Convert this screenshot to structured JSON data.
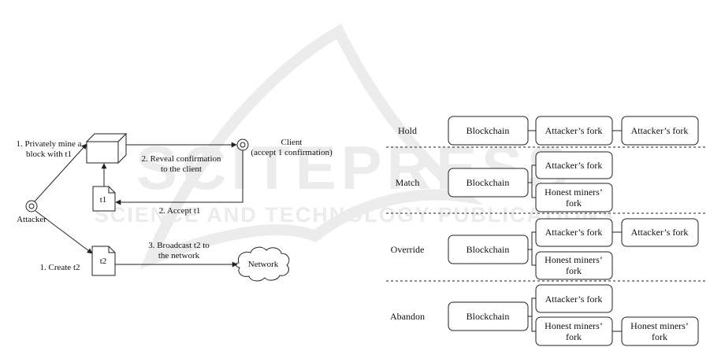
{
  "left_diagram": {
    "attacker_label": "Attacker",
    "step1_line1": "1. Privately mine a",
    "step1_line2": "block with t1",
    "step2_line1": "2. Reveal confirmation",
    "step2_line2": "to the client",
    "accept_label": "2. Accept t1",
    "client_line1": "Client",
    "client_line2": "(accept 1 confirmation)",
    "t1_label": "t1",
    "t2_label": "t2",
    "create_label": "1. Create t2",
    "broadcast_line1": "3. Broadcast t2 to",
    "broadcast_line2": "the network",
    "network_label": "Network"
  },
  "right_diagram": {
    "rows": [
      {
        "label": "Hold"
      },
      {
        "label": "Match"
      },
      {
        "label": "Override"
      },
      {
        "label": "Abandon"
      }
    ],
    "blockchain": "Blockchain",
    "attackers_fork": "Attacker’s fork",
    "honest_line1": "Honest miners’",
    "honest_line2": "fork"
  },
  "watermark": {
    "line1": "SCITEPRESS",
    "line2": "SCIENCE AND TECHNOLOGY PUBLICATIONS"
  },
  "colors": {
    "stroke": "#222222",
    "watermark": "#e6e6e6"
  }
}
